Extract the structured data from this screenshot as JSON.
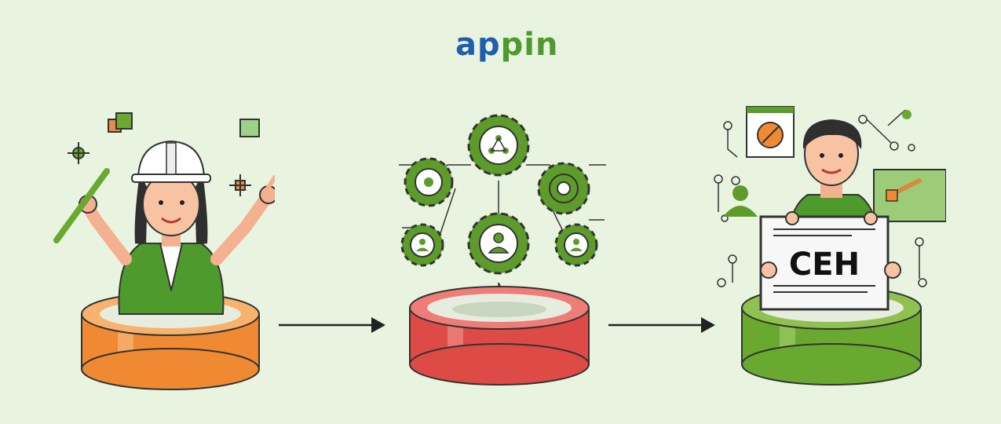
{
  "logo": {
    "part_a": "ap",
    "part_b": "pin"
  },
  "certificate": {
    "text": "CEH"
  },
  "colors": {
    "background": "#e9f4e0",
    "orange_base": "#ef8a33",
    "red_base": "#de4a45",
    "green_base": "#6aa930",
    "icon_green": "#5d9b2a",
    "logo_blue": "#1f5fae",
    "logo_green": "#4f9a2d"
  },
  "icons": [
    "engineer-figure",
    "gear-network",
    "certified-professional",
    "arrow-right"
  ]
}
